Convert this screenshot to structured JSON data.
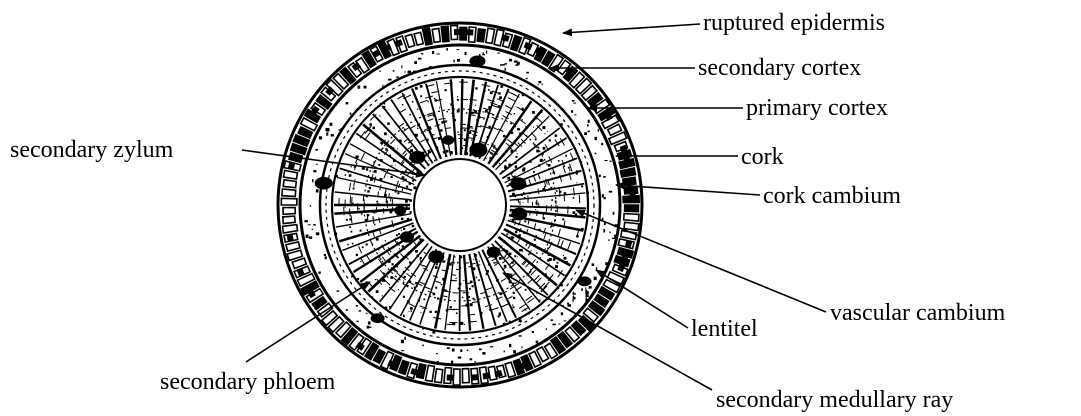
{
  "diagram": {
    "labels": {
      "ruptured_epidermis": "ruptured epidermis",
      "secondary_cortex": "secondary cortex",
      "primary_cortex": "primary cortex",
      "secondary_zylum": "secondary zylum",
      "cork": "cork",
      "cork_cambium": "cork cambium",
      "vascular_cambium": "vascular cambium",
      "lentitel": "lentitel",
      "secondary_phloem": "secondary phloem",
      "secondary_medullary_ray": "secondary medullary ray"
    },
    "colors": {
      "ink": "#000000",
      "background": "#ffffff"
    }
  }
}
